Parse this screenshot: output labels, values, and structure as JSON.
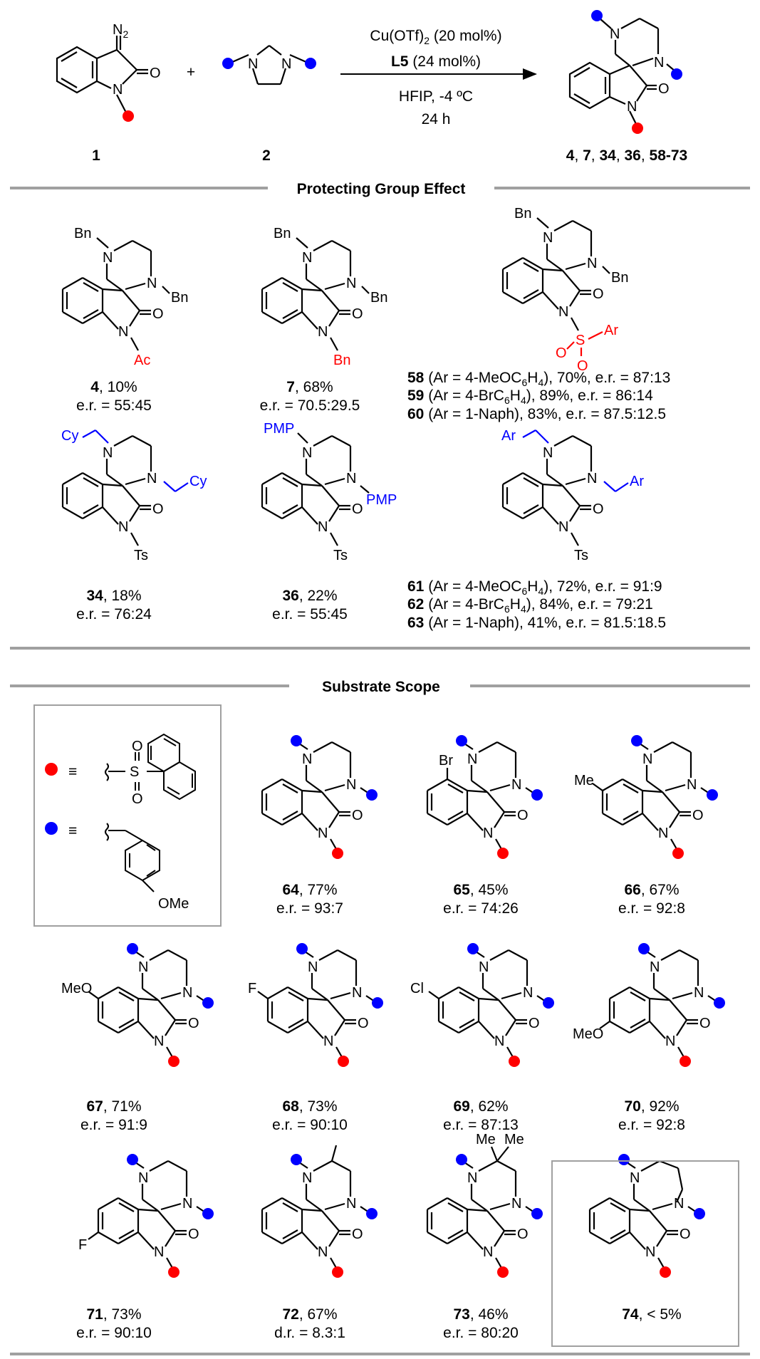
{
  "colors": {
    "red_dot": "#ff0000",
    "blue_dot": "#0000ff",
    "rule": "#a0a0a0",
    "highlight_red": "#ff0000",
    "highlight_blue": "#0000ff"
  },
  "reaction": {
    "reactant1_label": "1",
    "reactant2_label": "2",
    "plus": "+",
    "n2_label": "N",
    "n2_sub": "2",
    "conditions": {
      "catalyst": "Cu(OTf)",
      "catalyst_sub": "2",
      "catalyst_amount": " (20 mol%)",
      "ligand": "L5",
      "ligand_amount": " (24 mol%)",
      "solvent": "HFIP, -4 ºC",
      "time": "24 h"
    },
    "product_labels": [
      "4",
      ", ",
      "7",
      ", ",
      "34",
      ", ",
      "36",
      ", ",
      "58-73"
    ]
  },
  "section1": {
    "title": "Protecting Group Effect",
    "entries": [
      {
        "id": "4",
        "yield": ", 10%",
        "er": "e.r. = 55:45",
        "n_sub": "Ac",
        "pip_sub": "Bn"
      },
      {
        "id": "7",
        "yield": ", 68%",
        "er": "e.r. = 70.5:29.5",
        "n_sub": "Bn",
        "pip_sub": "Bn"
      },
      {
        "id": "34",
        "yield": ", 18%",
        "er": "e.r. = 76:24",
        "n_sub": "Ts",
        "pip_sub": "Cy"
      },
      {
        "id": "36",
        "yield": ", 22%",
        "er": "e.r. = 55:45",
        "n_sub": "Ts",
        "pip_sub": "PMP"
      }
    ],
    "sulfonyl_group": {
      "pip_sub": "Bn",
      "s": "S",
      "ar": "Ar",
      "o": "O"
    },
    "sulfonyl_list": [
      {
        "id": "58",
        "a": " (Ar = 4-MeOC",
        "sub": "6",
        "b": "H",
        "sub2": "4",
        "c": "), 70%, e.r. = 87:13"
      },
      {
        "id": "59",
        "a": " (Ar = 4-BrC",
        "sub": "6",
        "b": "H",
        "sub2": "4",
        "c": "), 89%, e.r. = 86:14"
      },
      {
        "id": "60",
        "a": " (Ar = 1-Naph), 83%, e.r. = 87.5:12.5",
        "sub": "",
        "b": "",
        "sub2": "",
        "c": ""
      }
    ],
    "arylmethyl_group": {
      "n_sub": "Ts",
      "ar": "Ar"
    },
    "arylmethyl_list": [
      {
        "id": "61",
        "a": " (Ar = 4-MeOC",
        "sub": "6",
        "b": "H",
        "sub2": "4",
        "c": "), 72%, e.r. = 91:9"
      },
      {
        "id": "62",
        "a": " (Ar = 4-BrC",
        "sub": "6",
        "b": "H",
        "sub2": "4",
        "c": "), 84%, e.r. = 79:21"
      },
      {
        "id": "63",
        "a": " (Ar = 1-Naph), 41%, e.r. = 81.5:18.5",
        "sub": "",
        "b": "",
        "sub2": "",
        "c": ""
      }
    ]
  },
  "section2": {
    "title": "Substrate Scope",
    "legend": {
      "equiv": "≡",
      "ome": "OMe",
      "s": "S",
      "o": "O"
    },
    "entries": [
      {
        "id": "64",
        "yield": ", 77%",
        "er": "e.r. = 93:7",
        "ring_sub": ""
      },
      {
        "id": "65",
        "yield": ", 45%",
        "er": "e.r. = 74:26",
        "ring_sub": "Br"
      },
      {
        "id": "66",
        "yield": ", 67%",
        "er": "e.r. = 92:8",
        "ring_sub": "Me"
      },
      {
        "id": "67",
        "yield": ", 71%",
        "er": "e.r. = 91:9",
        "ring_sub": "MeO"
      },
      {
        "id": "68",
        "yield": ", 73%",
        "er": "e.r. = 90:10",
        "ring_sub": "F"
      },
      {
        "id": "69",
        "yield": ", 62%",
        "er": "e.r. = 87:13",
        "ring_sub": "Cl"
      },
      {
        "id": "70",
        "yield": ", 92%",
        "er": "e.r. = 92:8",
        "ring_sub": "MeO"
      },
      {
        "id": "71",
        "yield": ", 73%",
        "er": "e.r. = 90:10",
        "ring_sub": "F"
      },
      {
        "id": "72",
        "yield": ", 67%",
        "er": "d.r. = 8.3:1",
        "ring_sub": ""
      },
      {
        "id": "73",
        "yield": ", 46%",
        "er": "e.r. = 80:20",
        "ring_sub": "",
        "gem": "Me"
      },
      {
        "id": "74",
        "yield": ", < 5%",
        "er": "",
        "ring_sub": ""
      }
    ]
  },
  "atoms": {
    "N": "N",
    "O": "O"
  }
}
